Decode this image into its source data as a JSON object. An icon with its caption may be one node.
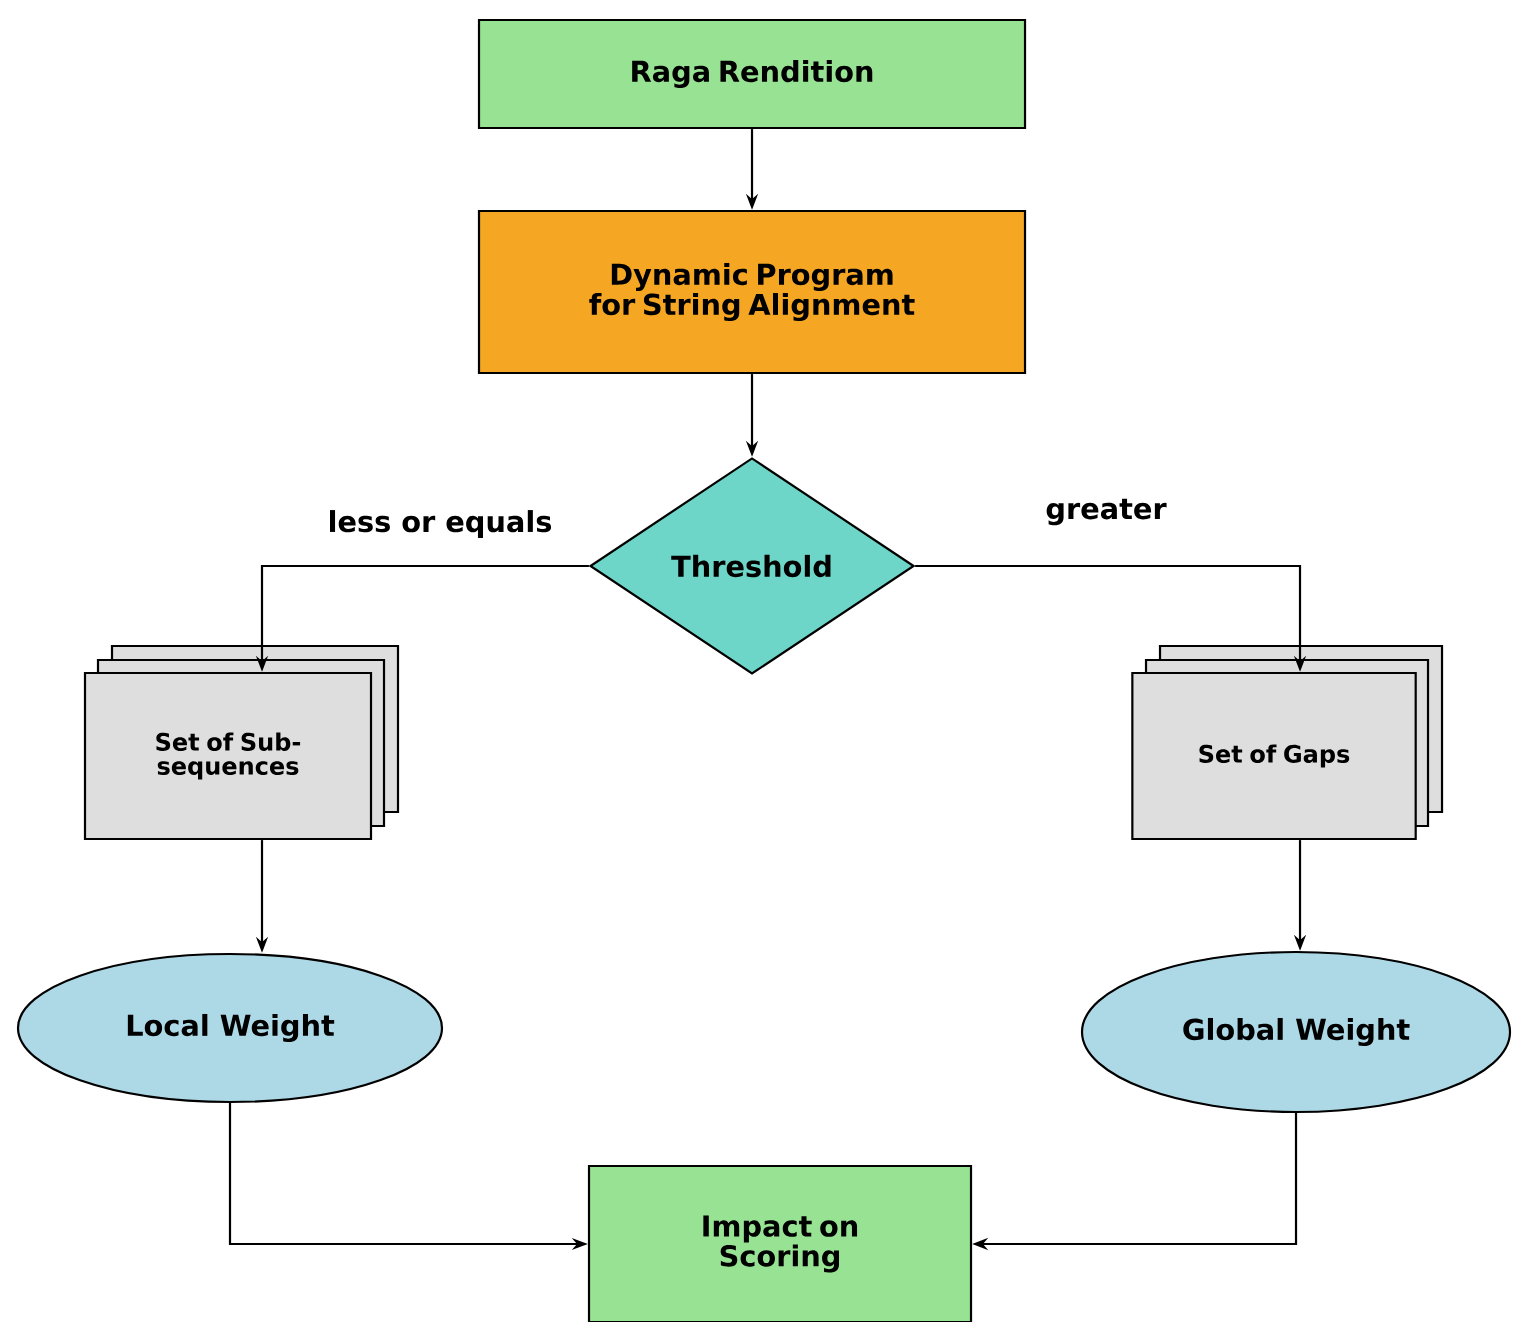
{
  "diagram": {
    "nodes": [
      {
        "text": [
          "Raga Rendition"
        ]
      },
      {
        "text": [
          "Dynamic Program for String Alignment"
        ]
      },
      {
        "text": [
          "Threshold"
        ]
      },
      {
        "text": [
          "Set of Sub-sequences"
        ]
      },
      {
        "text": [
          "Set of Gaps"
        ]
      },
      {
        "text": [
          "Local Weight"
        ]
      },
      {
        "text": [
          "Global Weight"
        ]
      },
      {
        "text": [
          "Impact on Scoring"
        ]
      }
    ],
    "edges": [
      {
        "from": 0,
        "to": 1,
        "arrow": "to"
      },
      {
        "from": 1,
        "to": 2,
        "arrow": "to"
      },
      {
        "from": 2,
        "to": 3,
        "arrow": "to",
        "label": "less or equals"
      },
      {
        "from": 2,
        "to": 4,
        "arrow": "to",
        "label": "greater"
      },
      {
        "from": 3,
        "to": 5,
        "arrow": "to"
      },
      {
        "from": 4,
        "to": 6,
        "arrow": "to"
      },
      {
        "from": 5,
        "to": 7,
        "arrow": "to"
      },
      {
        "from": 6,
        "to": 7,
        "arrow": "to"
      }
    ]
  }
}
